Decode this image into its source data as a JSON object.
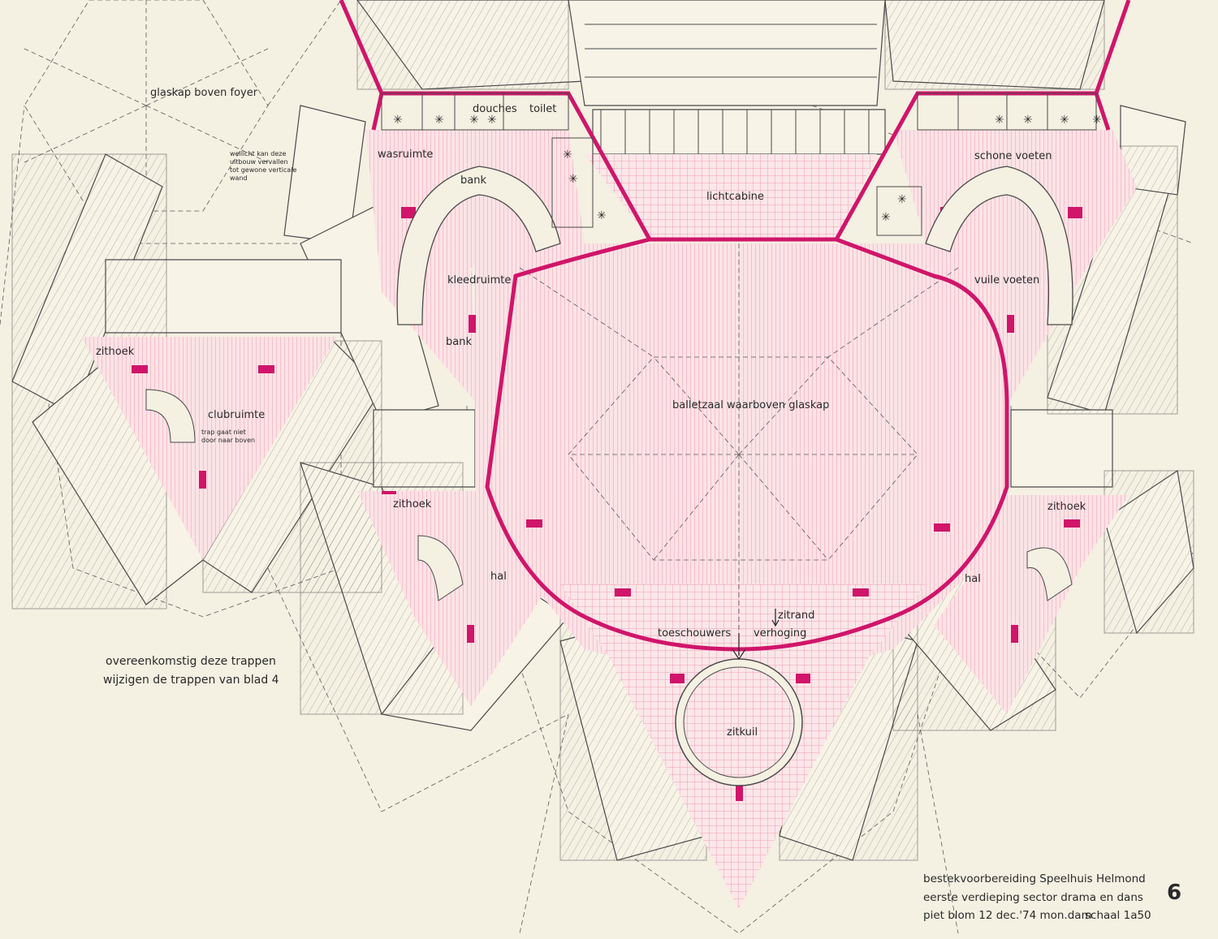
{
  "drawing": {
    "colors": {
      "paper": "#f4f0e2",
      "ink": "#4a4a4a",
      "magenta": "#d0156a",
      "hatch": "#f2a0b4"
    },
    "rooms": {
      "glaskap_foyer": "glaskap boven foyer",
      "note_uitbouw_1": "wellicht kan deze",
      "note_uitbouw_2": "uitbouw vervallen",
      "note_uitbouw_3": "tot gewone verticale",
      "note_uitbouw_4": "wand",
      "douches": "douches",
      "toilet": "toilet",
      "wasruimte": "wasruimte",
      "bank_top": "bank",
      "lichtcabine": "lichtcabine",
      "schone_voeten": "schone voeten",
      "kleedruimte": "kleedruimte",
      "bank_left": "bank",
      "vuile_voeten": "vuile voeten",
      "zithoek_club": "zithoek",
      "clubruimte": "clubruimte",
      "trap_note_1": "trap gaat niet",
      "trap_note_2": "door naar boven",
      "balletzaal": "balletzaal waarboven glaskap",
      "zithoek_left": "zithoek",
      "hal_left": "hal",
      "zithoek_right": "zithoek",
      "hal_right": "hal",
      "zitrand": "zitrand",
      "toeschouwers": "toeschouwers",
      "verhoging": "verhoging",
      "zitkuil": "zitkuil"
    },
    "note": {
      "line1": "overeenkomstig deze trappen",
      "line2": "wijzigen de trappen van blad 4"
    },
    "title_block": {
      "line1": "bestekvoorbereiding Speelhuis Helmond",
      "line2": "eerste verdieping sector drama en dans",
      "line3": "piet blom 12 dec.'74 mon.dam",
      "scale": "schaal 1a50",
      "sheet_number": "6"
    }
  }
}
